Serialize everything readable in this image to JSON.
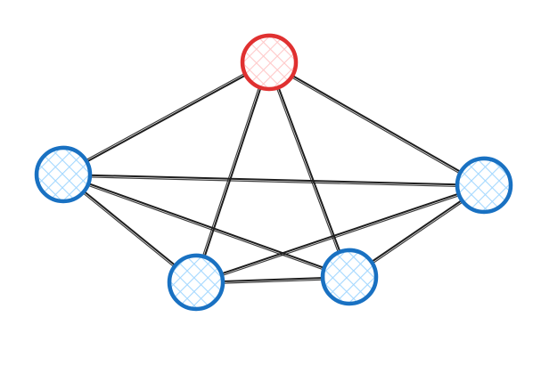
{
  "diagram": {
    "type": "complete-graph",
    "style": "hand-drawn",
    "colors": {
      "edge": "#1e1e1e",
      "accent_stroke": "#e03131",
      "accent_fill": "#ffc9c9",
      "default_stroke": "#1971c2",
      "default_fill": "#a5d8ff"
    },
    "nodes": [
      {
        "id": "n1",
        "role": "accent"
      },
      {
        "id": "n2",
        "role": "default"
      },
      {
        "id": "n3",
        "role": "default"
      },
      {
        "id": "n4",
        "role": "default"
      },
      {
        "id": "n5",
        "role": "default"
      }
    ],
    "edges": [
      [
        "n1",
        "n2"
      ],
      [
        "n1",
        "n3"
      ],
      [
        "n1",
        "n4"
      ],
      [
        "n1",
        "n5"
      ],
      [
        "n2",
        "n3"
      ],
      [
        "n2",
        "n4"
      ],
      [
        "n2",
        "n5"
      ],
      [
        "n3",
        "n4"
      ],
      [
        "n3",
        "n5"
      ],
      [
        "n4",
        "n5"
      ]
    ]
  }
}
